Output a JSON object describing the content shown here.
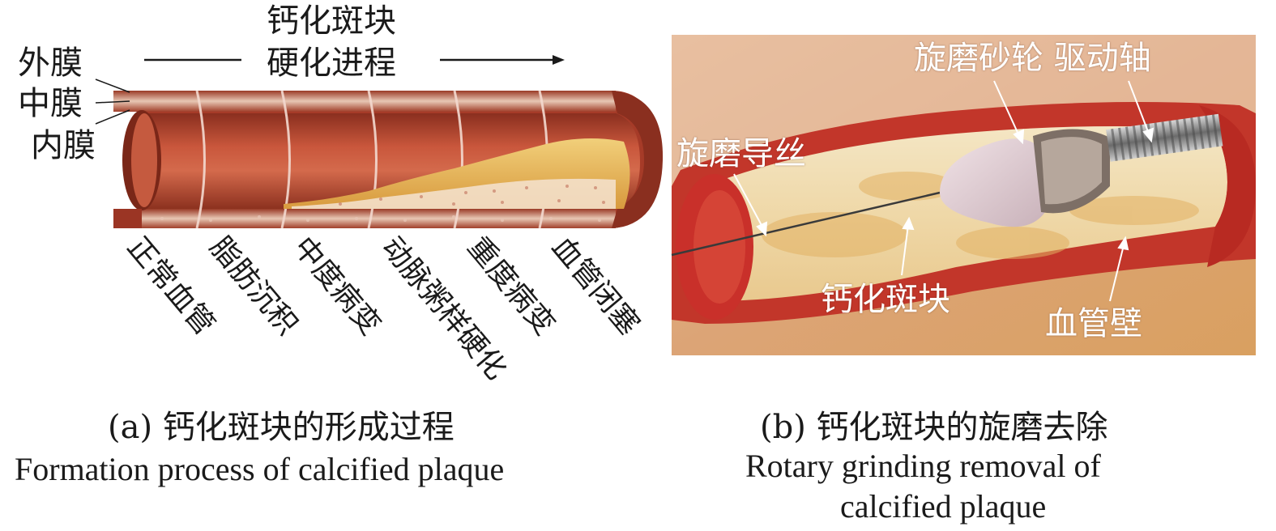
{
  "panel_a": {
    "title_line1": "钙化斑块",
    "title_line2": "硬化进程",
    "layers": [
      "外膜",
      "中膜",
      "内膜"
    ],
    "stages": [
      "正常血管",
      "脂肪沉积",
      "中度病变",
      "动脉粥样硬化",
      "重度病变",
      "血管闭塞"
    ],
    "caption_cn": "(a) 钙化斑块的形成过程",
    "caption_en": "Formation process of calcified plaque"
  },
  "panel_b": {
    "labels": {
      "burr_drive": "旋磨砂轮 驱动轴",
      "guidewire": "旋磨导丝",
      "plaque": "钙化斑块",
      "wall": "血管壁"
    },
    "caption_cn": "(b) 钙化斑块的旋磨去除",
    "caption_en_line1": "Rotary grinding removal of",
    "caption_en_line2": "calcified plaque"
  },
  "colors": {
    "vessel_red": "#b8442e",
    "vessel_dark": "#7e2a1c",
    "plaque_yellow": "#e7b75c",
    "background_tissue": "#e8b78a"
  }
}
